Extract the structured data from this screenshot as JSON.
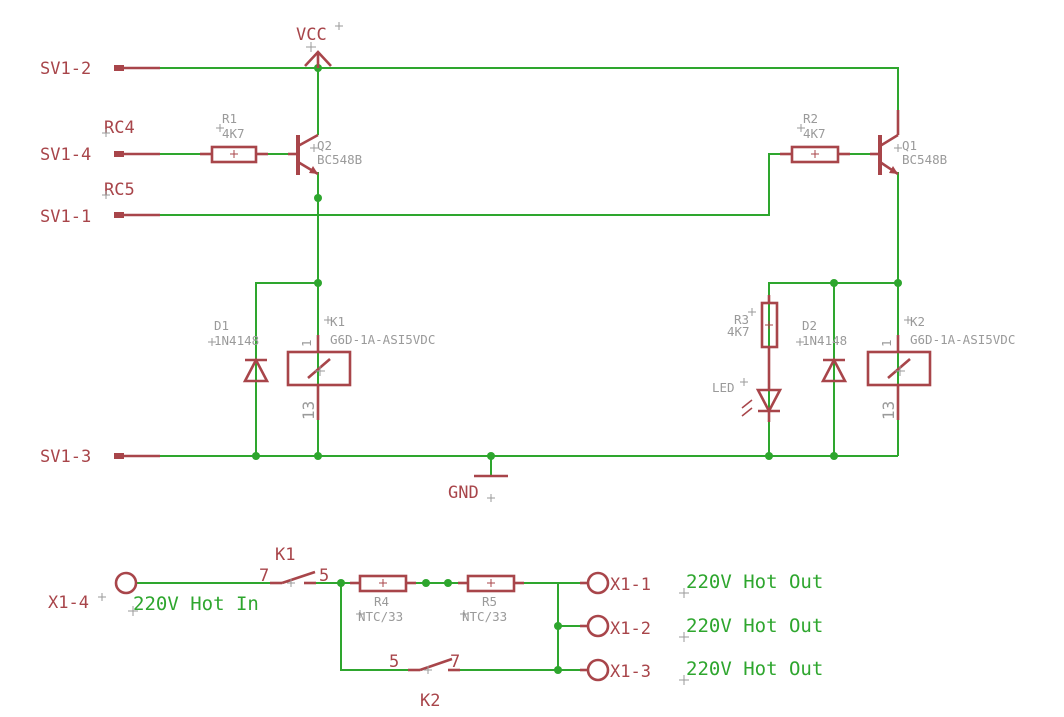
{
  "supply": {
    "vcc": "VCC",
    "gnd": "GND"
  },
  "ports": {
    "sv1_2": "SV1-2",
    "sv1_4": "SV1-4",
    "sv1_1": "SV1-1",
    "sv1_3": "SV1-3",
    "x1_4": "X1-4",
    "x1_1": "X1-1",
    "x1_2": "X1-2",
    "x1_3": "X1-3"
  },
  "nets": {
    "rc4": "RC4",
    "rc5": "RC5",
    "hot_in": "220V Hot In",
    "hot_out": "220V Hot Out"
  },
  "resistors": {
    "r1": {
      "name": "R1",
      "value": "4K7"
    },
    "r2": {
      "name": "R2",
      "value": "4K7"
    },
    "r3": {
      "name": "R3",
      "value": "4K7"
    },
    "r4": {
      "name": "R4",
      "value": "NTC/33"
    },
    "r5": {
      "name": "R5",
      "value": "NTC/33"
    }
  },
  "transistors": {
    "q1": {
      "name": "Q1",
      "value": "BC548B"
    },
    "q2": {
      "name": "Q2",
      "value": "BC548B"
    }
  },
  "diodes": {
    "d1": {
      "name": "D1",
      "value": "1N4148"
    },
    "d2": {
      "name": "D2",
      "value": "1N4148"
    }
  },
  "relays": {
    "k1": {
      "name": "K1",
      "value": "G6D-1A-ASI5VDC",
      "pin_top": "1",
      "pin_bottom": "13"
    },
    "k2": {
      "name": "K2",
      "value": "G6D-1A-ASI5VDC",
      "pin_top": "1",
      "pin_bottom": "13"
    }
  },
  "led": {
    "name": "LED"
  },
  "switches": {
    "k1": {
      "name": "K1",
      "pin_left": "7",
      "pin_right": "5"
    },
    "k2": {
      "name": "K2",
      "pin_left": "5",
      "pin_right": "7"
    }
  },
  "colors": {
    "wire": "#2ea62e",
    "part": "#a8454a",
    "attribute": "#9a9a9a",
    "background": "#ffffff"
  }
}
